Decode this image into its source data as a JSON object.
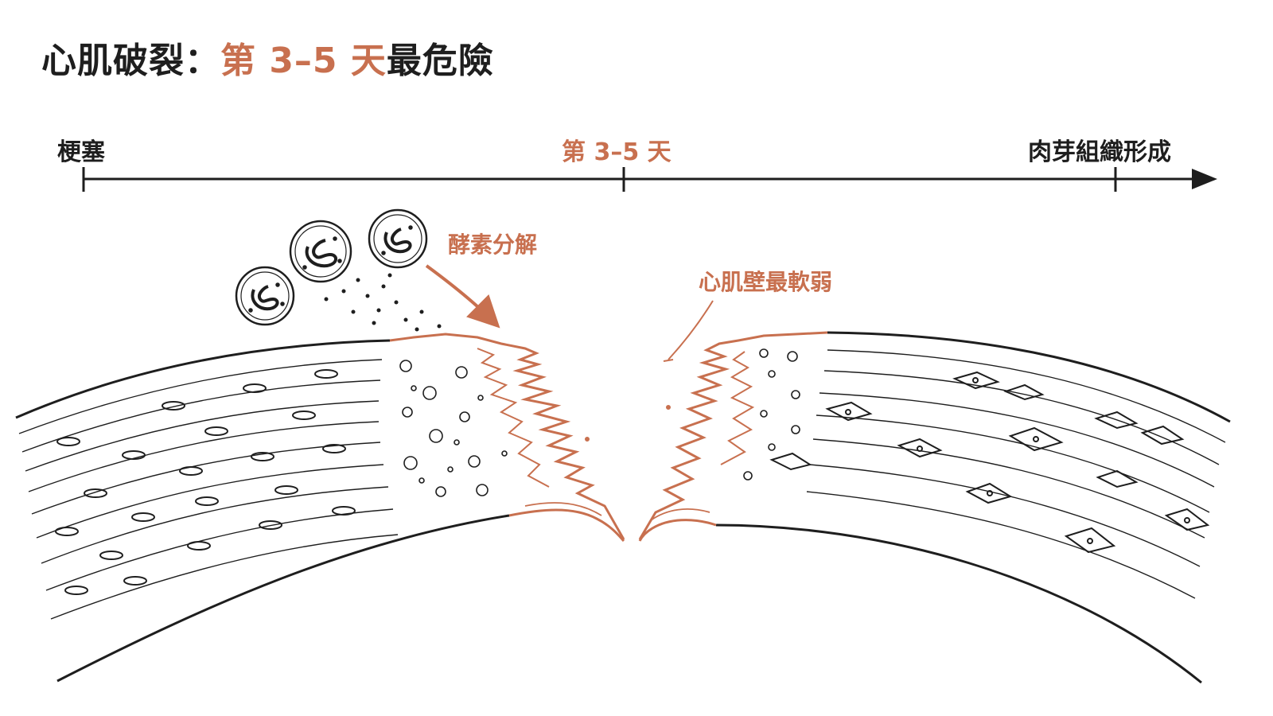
{
  "title": {
    "prefix": "心肌破裂：",
    "highlight": "第 3–5 天",
    "suffix": "最危險"
  },
  "timeline": {
    "start_label": "梗塞",
    "mid_label": "第 3–5 天",
    "end_label": "肉芽組織形成"
  },
  "annotations": {
    "enzyme": "酵素分解",
    "weakest": "心肌壁最軟弱"
  },
  "colors": {
    "accent": "#c8704f",
    "ink": "#1e1e1e"
  }
}
